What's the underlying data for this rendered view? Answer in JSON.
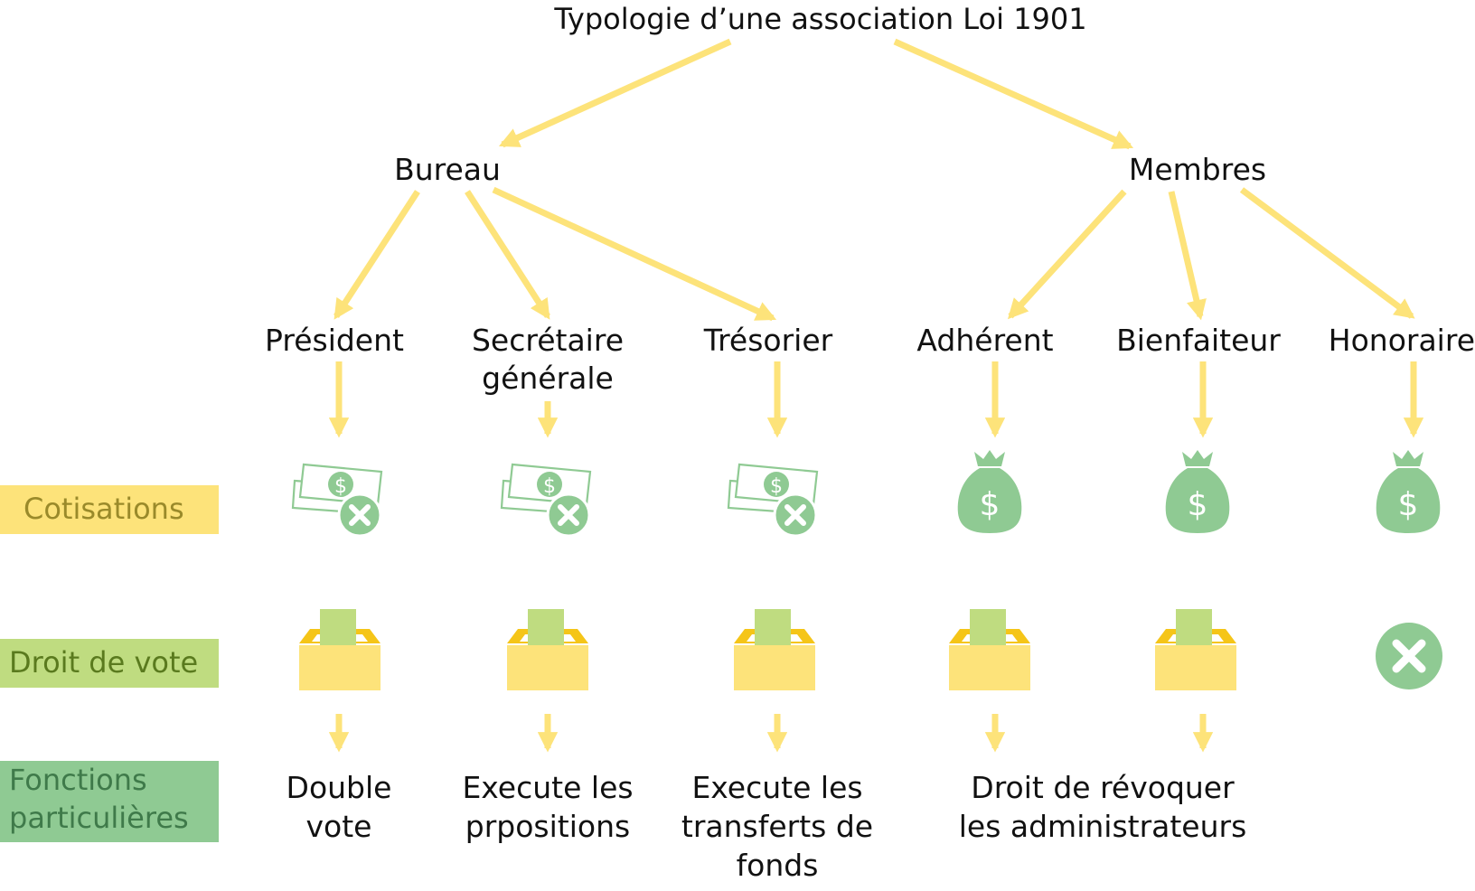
{
  "title": "Typologie d’une association Loi 1901",
  "groups": {
    "bureau": "Bureau",
    "membres": "Membres"
  },
  "roles": {
    "president": "Président",
    "secretaire_line1": "Secrétaire",
    "secretaire_line2": "générale",
    "tresorier": "Trésorier",
    "adherent": "Adhérent",
    "bienfaiteur": "Bienfaiteur",
    "honoraire": "Honoraire"
  },
  "row_labels": {
    "cotisations": "Cotisations",
    "droit_de_vote": "Droit de vote",
    "fonctions_line1": "Fonctions",
    "fonctions_line2": "particulières"
  },
  "outcomes": {
    "president_line1": "Double",
    "president_line2": "vote",
    "secretaire_line1": "Execute les",
    "secretaire_line2": "prpositions",
    "tresorier_line1": "Execute les",
    "tresorier_line2": "transferts de",
    "tresorier_line3": "fonds",
    "membres_line1": "Droit de révoquer",
    "membres_line2": "les administrateurs"
  },
  "icons": {
    "cotisations": [
      "money-crossed-icon",
      "money-crossed-icon",
      "money-crossed-icon",
      "money-bag-icon",
      "money-bag-icon",
      "money-bag-icon"
    ],
    "droit_de_vote": [
      "ballot-box-icon",
      "ballot-box-icon",
      "ballot-box-icon",
      "ballot-box-icon",
      "ballot-box-icon",
      "no-vote-icon"
    ]
  },
  "colors": {
    "arrow": "#fde37a",
    "cotisations_band": "#fde37a",
    "vote_band": "#bfdc80",
    "fonctions_band": "#8fca93",
    "icon_green": "#8fca93",
    "cotisations_text": "#9a8a2a",
    "vote_text": "#5a7a1e",
    "fonctions_text": "#3f7a4a"
  }
}
